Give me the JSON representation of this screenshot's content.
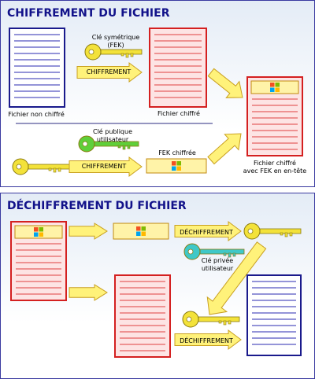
{
  "encrypt": {
    "title": "CHIFFREMENT DU FICHIER",
    "sym_key_label": "Clé symétrique\n(FEK)",
    "arrow1_label": "CHIFFREMENT",
    "arrow2_label": "CHIFFREMENT",
    "plain_label": "Fichier non chiffré",
    "cipher_label": "Fichier chiffré",
    "pubkey_label": "Clé publique\nutilisateur",
    "fek_enc_label": "FEK chiffrée",
    "result_label": "Fichier chiffré\navec FEK en en-tête"
  },
  "decrypt": {
    "title": "DÉCHIFFREMENT DU FICHIER",
    "arrow1_label": "DÉCHIFFREMENT",
    "arrow2_label": "DÉCHIFFREMENT",
    "privkey_label": "Clé privée\nutilisateur"
  },
  "colors": {
    "plain_border": "#1a1a8c",
    "plain_lines": "#2a2ab0",
    "cipher_border": "#d42020",
    "cipher_fill": "#fde4e4",
    "cipher_lines": "#e04040",
    "arrow_fill": "#fff27a",
    "arrow_stroke": "#c9a020",
    "key_yellow": "#f3e23a",
    "key_green": "#5fcf3a",
    "key_cyan": "#3fc8c8"
  },
  "icons": [
    "key-icon",
    "windows-logo-icon",
    "document-icon",
    "arrow-icon"
  ]
}
